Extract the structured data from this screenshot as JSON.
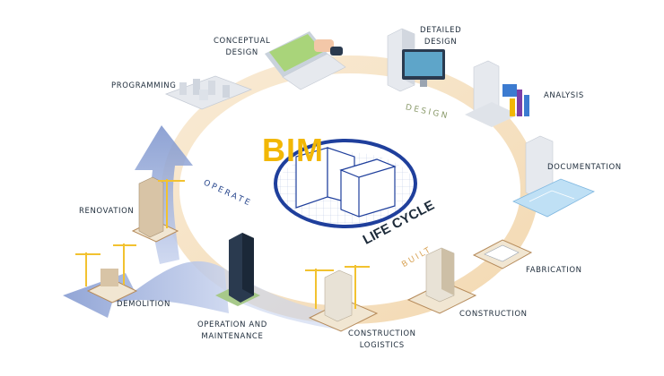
{
  "center": {
    "bim": "BIM",
    "life_cycle": "LIFE CYCLE",
    "colors": {
      "bim": "#f2b705",
      "ring": "#1f3f9c",
      "grid": "#9ab0d8"
    }
  },
  "phases": {
    "design": "DESIGN",
    "built": "BUILT",
    "operate": "OPERATE",
    "colors": {
      "design": "#8a9a6a",
      "built": "#d9a55a",
      "operate": "#2c4a8f"
    }
  },
  "stages": {
    "conceptual_design": [
      "CONCEPTUAL",
      "DESIGN"
    ],
    "detailed_design": [
      "DETAILED",
      "DESIGN"
    ],
    "analysis": [
      "ANALYSIS"
    ],
    "documentation": [
      "DOCUMENTATION"
    ],
    "fabrication": [
      "FABRICATION"
    ],
    "construction": [
      "CONSTRUCTION"
    ],
    "construction_logistics": [
      "CONSTRUCTION",
      "LOGISTICS"
    ],
    "operation_maintenance": [
      "OPERATION AND",
      "MAINTENANCE"
    ],
    "demolition": [
      "DEMOLITION"
    ],
    "renovation": [
      "RENOVATION"
    ],
    "programming": [
      "PROGRAMMING"
    ]
  },
  "colors": {
    "cycle_band": "#f6e2c4",
    "arrow_blue": "#8ea4d6",
    "building_light": "#e6e9ee",
    "building_dark": "#2a3a4f",
    "crane": "#f2c230"
  }
}
